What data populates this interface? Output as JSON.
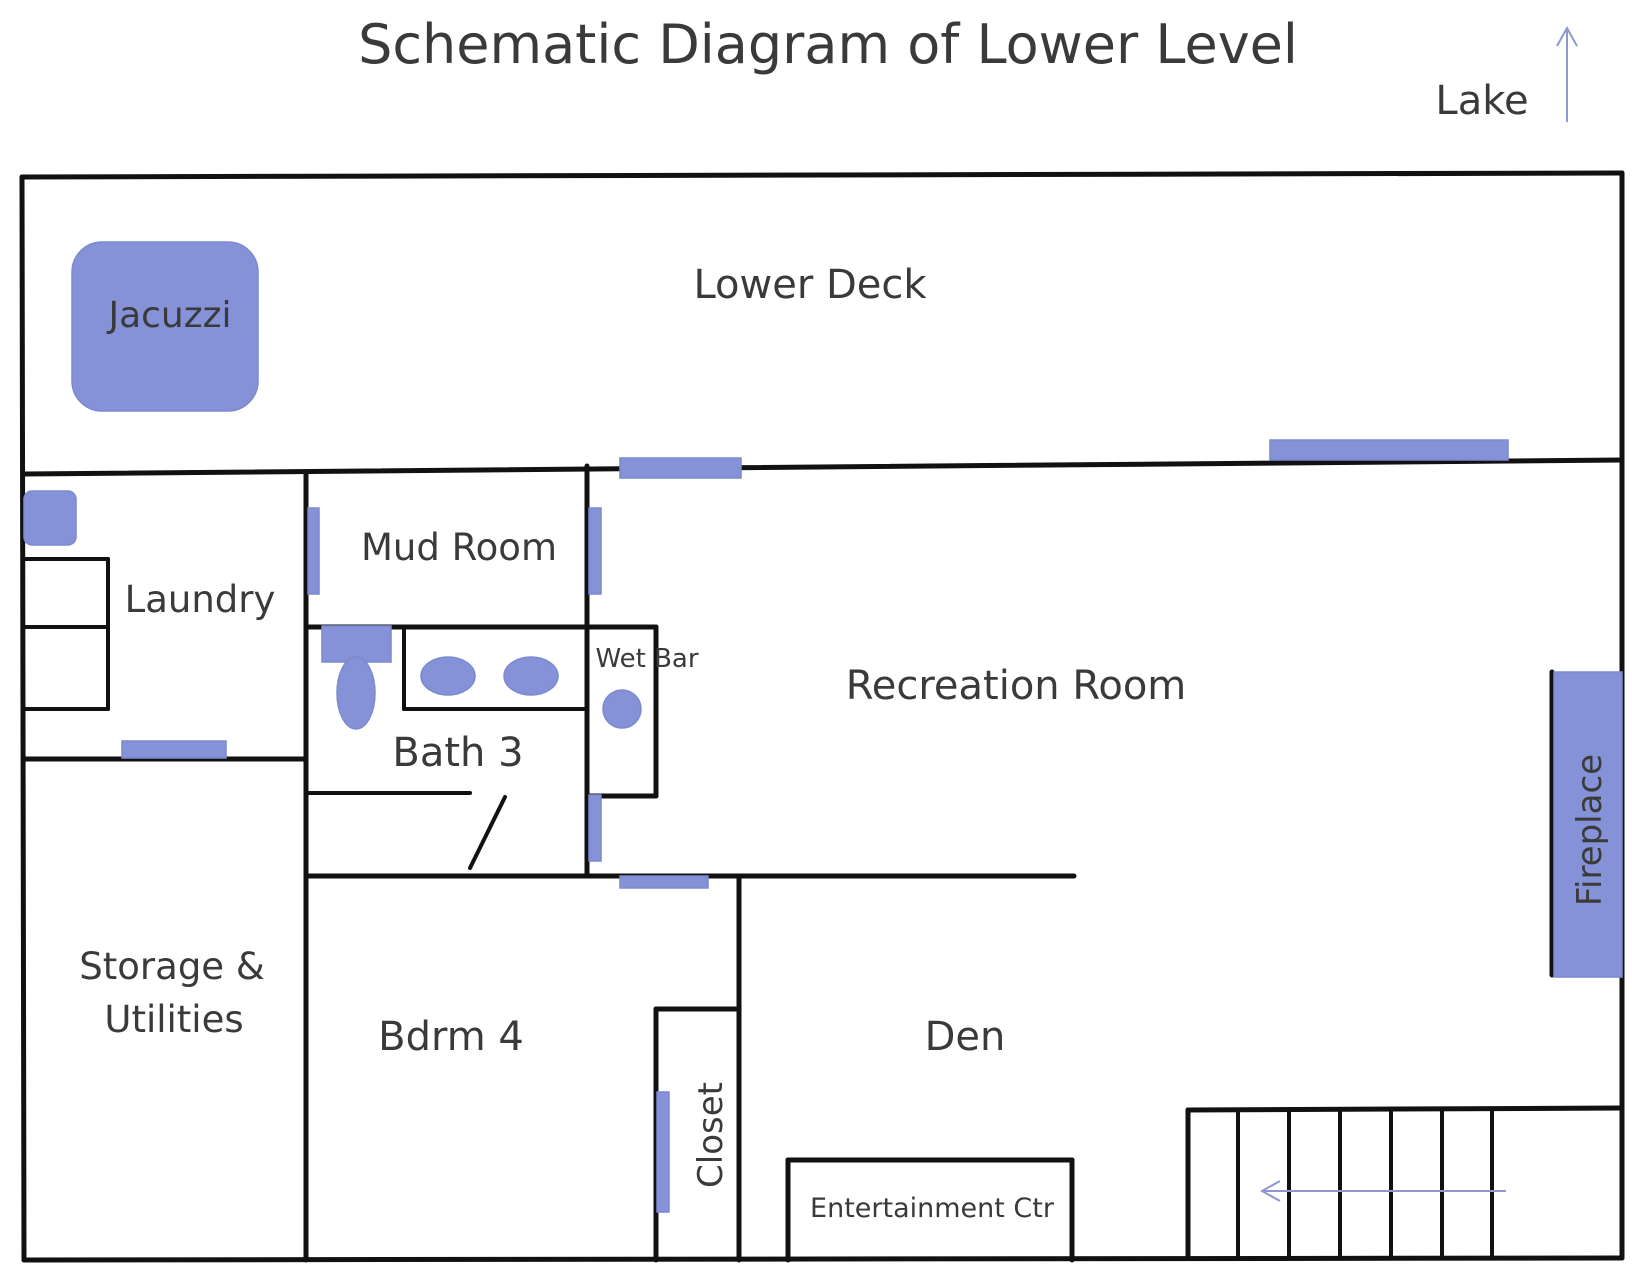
{
  "title": "Schematic Diagram of Lower Level",
  "compass": {
    "label": "Lake",
    "icon": "arrow-up-icon"
  },
  "rooms": {
    "lower_deck": "Lower Deck",
    "jacuzzi": "Jacuzzi",
    "laundry": "Laundry",
    "mud_room": "Mud Room",
    "wet_bar": "Wet Bar",
    "bath": "Bath 3",
    "recreation": "Recreation Room",
    "fireplace": "Fireplace",
    "storage_line1": "Storage &",
    "storage_line2": "Utilities",
    "bedroom": "Bdrm 4",
    "closet": "Closet",
    "den": "Den",
    "entertainment": "Entertainment Ctr"
  },
  "colors": {
    "fixture": "#8592d8",
    "wall": "#111111",
    "text": "#3a3a3a",
    "arrow": "#8e98d0"
  }
}
